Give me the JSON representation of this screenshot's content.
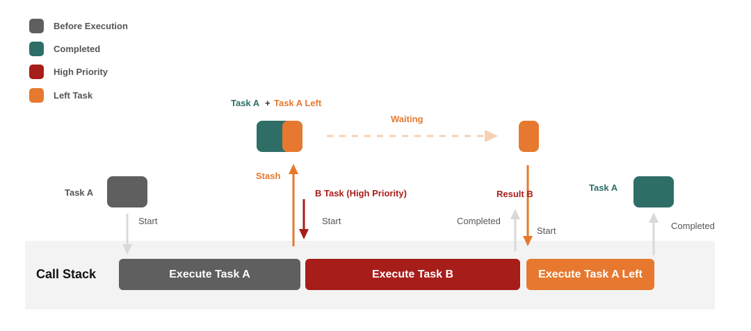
{
  "legend": [
    {
      "label": "Before Execution",
      "color": "#5f5f5f"
    },
    {
      "label": "Completed",
      "color": "#2e6e66"
    },
    {
      "label": "High Priority",
      "color": "#a71d1a"
    },
    {
      "label": "Left Task",
      "color": "#e6792f"
    }
  ],
  "top": {
    "task_a": "Task A",
    "plus": "+",
    "task_a_left": "Task A Left",
    "waiting": "Waiting",
    "stash": "Stash",
    "b_task": "B Task (High Priority)",
    "result_b": "Result B"
  },
  "left_task": {
    "label": "Task A",
    "arrow_label": "Start"
  },
  "middle": {
    "start_label": "Start"
  },
  "right_side": {
    "completed_label_1": "Completed",
    "start_label": "Start",
    "task_a_label": "Task A",
    "completed_label_2": "Completed"
  },
  "call_stack": {
    "title": "Call Stack",
    "bars": [
      {
        "label": "Execute Task A"
      },
      {
        "label": "Execute Task B"
      },
      {
        "label": "Execute Task A Left"
      }
    ]
  },
  "colors": {
    "gray": "#5f5f5f",
    "teal": "#2e6e66",
    "red": "#a71d1a",
    "orange": "#e6792f",
    "light_arrow": "#d9d9d9",
    "dashed": "#f6d0b2"
  }
}
